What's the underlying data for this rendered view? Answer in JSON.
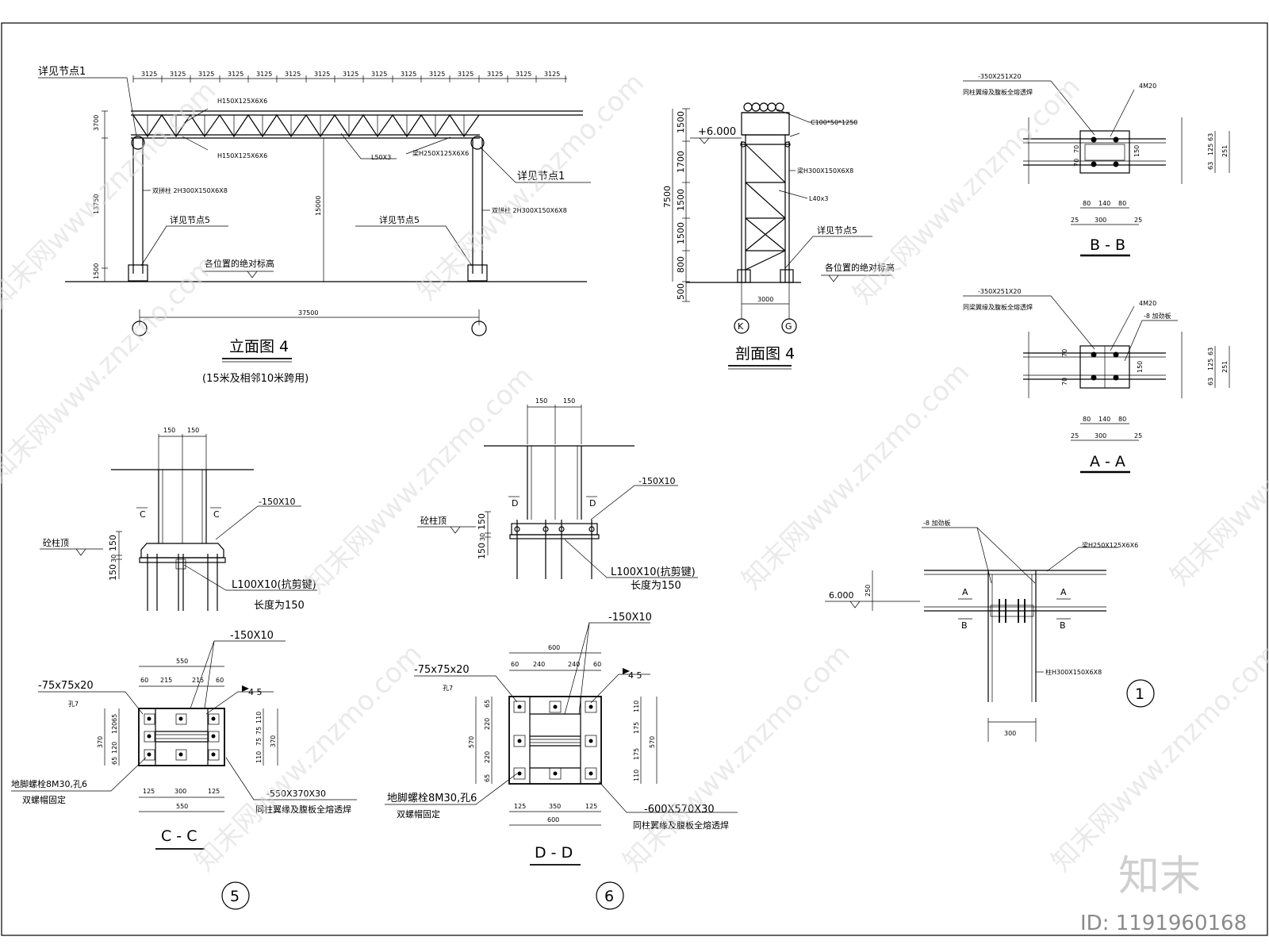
{
  "elevation": {
    "detail_node_1_left": "详见节点1",
    "detail_node_1_right": "详见节点1",
    "top_chord": "H150X125X6X6",
    "bottom_chord": "H150X125X6X6",
    "web_member": "L50X3",
    "beam": "梁H250X125X6X6",
    "column_left": "双拼柱 2H300X150X6X8",
    "column_right": "双拼柱 2H300X150X6X8",
    "detail_node_5_left": "详见节点5",
    "detail_node_5_right": "详见节点5",
    "abs_elev_note": "各位置的绝对标高",
    "span": "37500",
    "segment": "3125",
    "dim_top": "3700",
    "dim_mid": "13750",
    "dim_base": "1500",
    "dim_center": "15000",
    "title": "立面图 4",
    "subtitle": "(15米及相邻10米跨用)"
  },
  "section4": {
    "dims": [
      "1500",
      "1700",
      "1500",
      "1500",
      "800",
      "500"
    ],
    "total": "7500",
    "elev": "+6.000",
    "purlin": "C100*50*1250",
    "beam": "梁H300X150X6X8",
    "brace": "L40x3",
    "detail_node_5": "详见节点5",
    "abs_elev_note": "各位置的绝对标高",
    "width": "3000",
    "axis_k": "K",
    "axis_g": "G",
    "title": "剖面图 4"
  },
  "bb": {
    "plate": "-350X251X20",
    "weld": "同柱翼缘及腹板全熔透焊",
    "bolts": "4M20",
    "d70a": "70",
    "d70b": "70",
    "d150": "150",
    "d63a": "63",
    "d125": "125",
    "d63b": "63",
    "d251": "251",
    "d80a": "80",
    "d140": "140",
    "d80b": "80",
    "d25a": "25",
    "d300": "300",
    "d25b": "25",
    "title": "B - B"
  },
  "aa": {
    "plate": "-350X251X20",
    "weld": "同梁翼缘及腹板全熔透焊",
    "bolts": "4M20",
    "stiff": "-8 加劲板",
    "d70a": "70",
    "d70b": "70",
    "d150": "150",
    "d63a": "63",
    "d125": "125",
    "d63b": "63",
    "d251": "251",
    "d80a": "80",
    "d140": "140",
    "d80b": "80",
    "d25a": "25",
    "d300": "300",
    "d25b": "25",
    "title": "A - A"
  },
  "node1": {
    "stiff": "-8 加劲板",
    "beam": "梁H250X125X6X6",
    "elev": "6.000",
    "d250": "250",
    "col": "柱H300X150X6X8",
    "d300": "300",
    "sec_a": "A",
    "sec_b": "B",
    "num": "1"
  },
  "base5": {
    "d150a": "150",
    "d150b": "150",
    "cut": "C",
    "plate": "-150X10",
    "pier": "砼柱顶",
    "v150a": "150",
    "v30": "30",
    "v150b": "150",
    "shear_key": "L100X10(抗剪键)",
    "length": "长度为150"
  },
  "base6": {
    "d150a": "150",
    "d150b": "150",
    "cut": "D",
    "plate": "-150X10",
    "pier": "砼柱顶",
    "v150a": "150",
    "v30": "30",
    "v150b": "150",
    "shear_key": "L100X10(抗剪键)",
    "length": "长度为150"
  },
  "cc": {
    "rib": "-150X10",
    "w550": "550",
    "d60a": "60",
    "d215a": "215",
    "d215b": "215",
    "d60b": "60",
    "washer": "-75x75x20",
    "hole": "孔7",
    "weld_sym": "4 5",
    "h370": "370",
    "l65a": "65",
    "l120a": "120",
    "l120b": "120",
    "l65b": "65",
    "r110a": "110",
    "r75a": "75",
    "r75b": "75",
    "r110b": "110",
    "r370": "370",
    "anchor": "地脚螺栓8M30,孔6",
    "nut": "双螺帽固定",
    "b125a": "125",
    "b300": "300",
    "b125b": "125",
    "b550": "550",
    "base_plate": "-550X370X30",
    "weld": "同柱翼缘及腹板全熔透焊",
    "title": "C - C",
    "num": "5"
  },
  "dd": {
    "rib": "-150X10",
    "w600": "600",
    "d60a": "60",
    "d240a": "240",
    "d240b": "240",
    "d60b": "60",
    "washer": "-75x75x20",
    "hole": "孔7",
    "weld_sym": "4 5",
    "h570": "570",
    "l65a": "65",
    "l220a": "220",
    "l220b": "220",
    "l65b": "65",
    "r110a": "110",
    "r175a": "175",
    "r175b": "175",
    "r110b": "110",
    "r570": "570",
    "anchor": "地脚螺栓8M30,孔6",
    "nut": "双螺帽固定",
    "b125a": "125",
    "b350": "350",
    "b125b": "125",
    "b600": "600",
    "base_plate": "-600X570X30",
    "weld": "同柱翼缘及腹板全熔透焊",
    "title": "D - D",
    "num": "6"
  },
  "watermark": {
    "text": "知末网www.znzmo.com",
    "brand": "知末",
    "id": "ID: 1191960168"
  }
}
